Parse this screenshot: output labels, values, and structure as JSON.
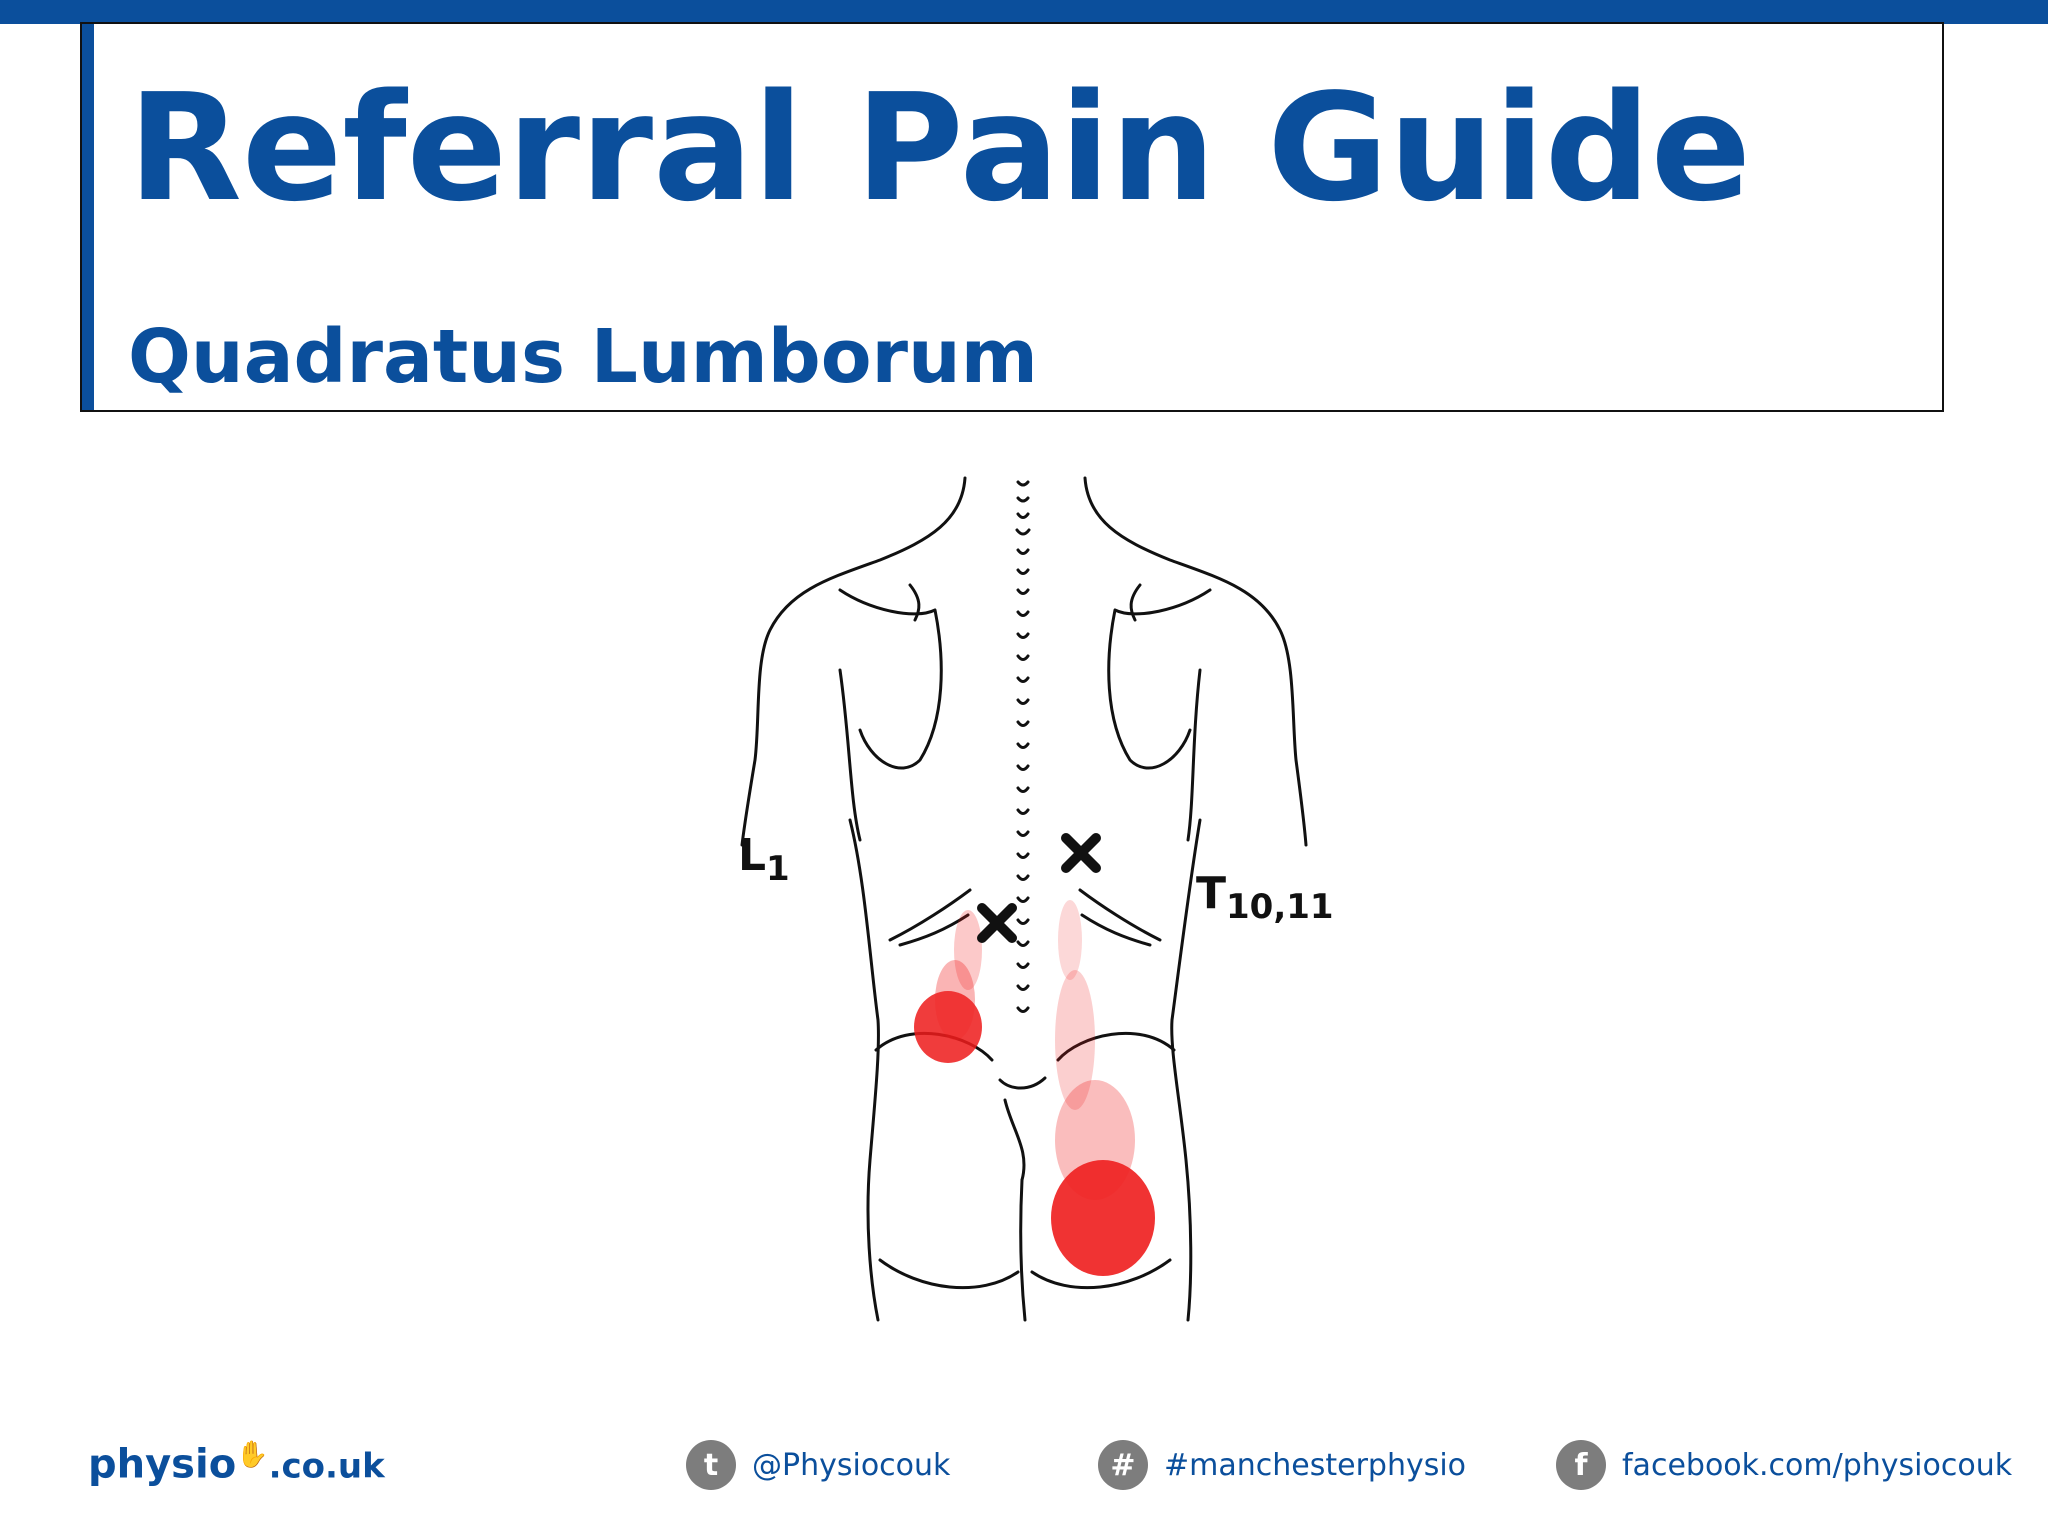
{
  "header": {
    "title": "Referral Pain Guide",
    "subtitle": "Quadratus Lumborum"
  },
  "figure": {
    "label_left": "L1",
    "label_left_main": "L",
    "label_left_sub": "1",
    "label_right": "T10,11",
    "label_right_main": "T",
    "label_right_sub": "10,11",
    "pain_color": "#ee1c1c",
    "brand_color": "#0b4f9c"
  },
  "footer": {
    "logo_main": "physio",
    "logo_domain": ".co.uk",
    "twitter_handle": "@Physiocouk",
    "hashtag": "#manchesterphysio",
    "facebook": "facebook.com/physiocouk",
    "icons": [
      "twitter-icon",
      "hashtag-icon",
      "facebook-icon"
    ]
  }
}
